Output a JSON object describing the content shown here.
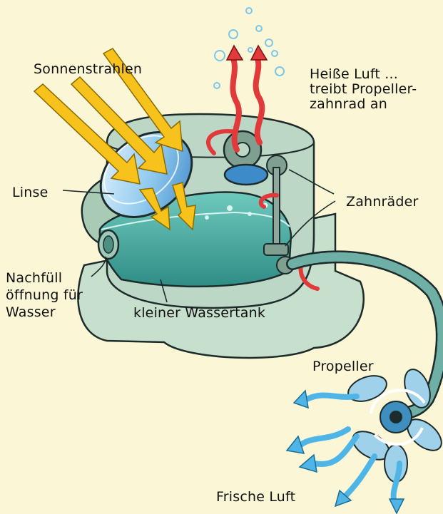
{
  "labels": {
    "sunrays": "Sonnenstrahlen",
    "hot_air": "Heiße Luft ...\ntreibt Propeller-\nzahnrad an",
    "lens": "Linse",
    "gears": "Zahnräder",
    "refill": "Nachfüll\nöffnung für\nWasser",
    "tank": "kleiner Wassertank",
    "propeller": "Propeller",
    "fresh_air": "Frische Luft"
  },
  "colors": {
    "background": "#fbf7d6",
    "device_body": "#bcd7c5",
    "water": "#4faea4",
    "sunray": "#f6c21b",
    "hot_air_arrow": "#e23a3a",
    "fresh_air_arrow": "#4fb5e6",
    "bubbles": "#7cc6ea"
  }
}
